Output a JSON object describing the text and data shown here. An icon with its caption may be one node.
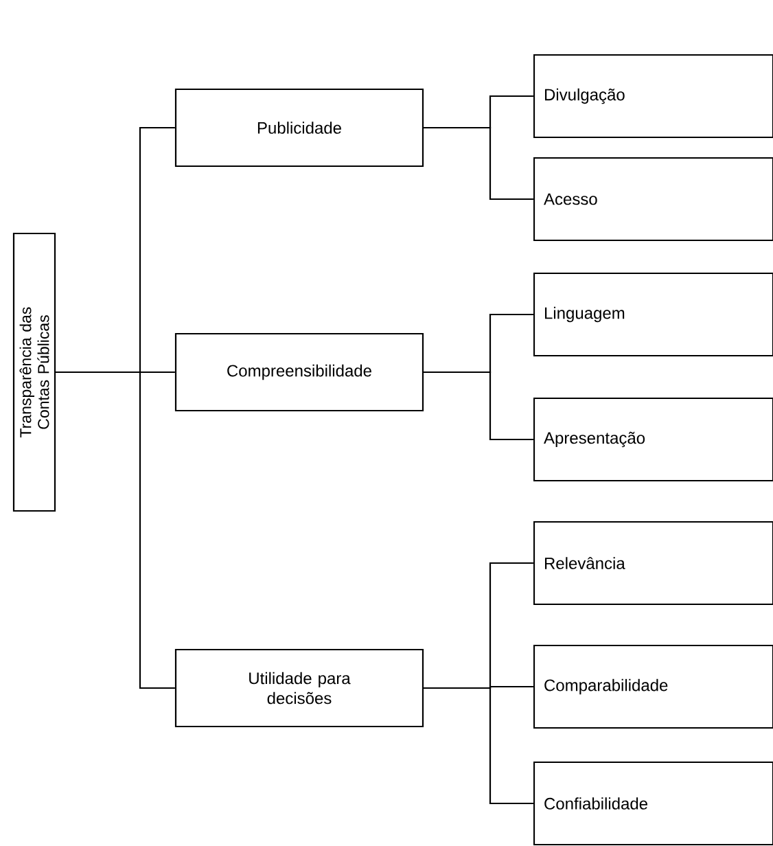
{
  "diagram": {
    "nodes": [
      {
        "text": [
          "Transparência das Contas Públicas"
        ]
      },
      {
        "text": [
          "Publicidade"
        ]
      },
      {
        "text": [
          "Divulgação"
        ]
      },
      {
        "text": [
          "Acesso"
        ]
      },
      {
        "text": [
          "Compreensibilidade"
        ]
      },
      {
        "text": [
          "Linguagem"
        ]
      },
      {
        "text": [
          "Apresentação"
        ]
      },
      {
        "text": [
          "Utilidade para decisões"
        ]
      },
      {
        "text": [
          "Relevância"
        ]
      },
      {
        "text": [
          "Comparabilidade"
        ]
      },
      {
        "text": [
          "Confiabilidade"
        ]
      }
    ],
    "edges": [
      {
        "from": 0,
        "to": 1,
        "arrow": "none"
      },
      {
        "from": 0,
        "to": 4,
        "arrow": "none"
      },
      {
        "from": 0,
        "to": 7,
        "arrow": "none"
      },
      {
        "from": 1,
        "to": 2,
        "arrow": "none"
      },
      {
        "from": 1,
        "to": 3,
        "arrow": "none"
      },
      {
        "from": 4,
        "to": 5,
        "arrow": "none"
      },
      {
        "from": 4,
        "to": 6,
        "arrow": "none"
      },
      {
        "from": 7,
        "to": 8,
        "arrow": "none"
      },
      {
        "from": 7,
        "to": 9,
        "arrow": "none"
      },
      {
        "from": 7,
        "to": 10,
        "arrow": "none"
      }
    ]
  }
}
